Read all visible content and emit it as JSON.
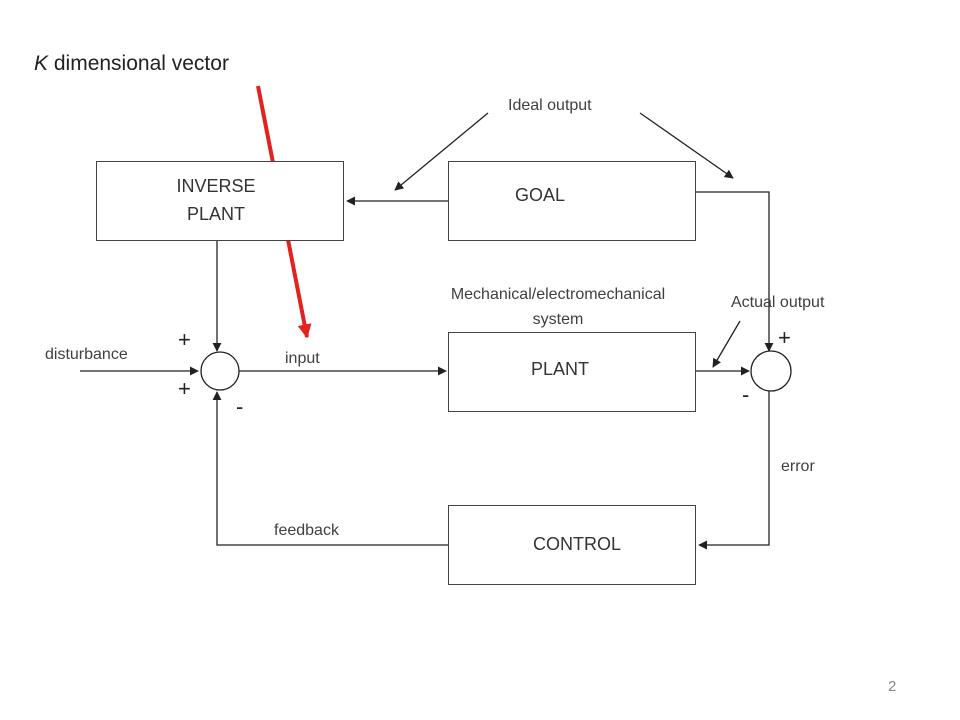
{
  "title": {
    "italic": "K",
    "rest": " dimensional vector"
  },
  "boxes": {
    "inverse_plant": {
      "line1": "INVERSE",
      "line2": "PLANT"
    },
    "goal": "GOAL",
    "plant": "PLANT",
    "control": "CONTROL"
  },
  "labels": {
    "ideal_output": "Ideal output",
    "mech_line1": "Mechanical/electromechanical",
    "mech_line2": "system",
    "actual_output": "Actual output",
    "disturbance": "disturbance",
    "input": "input",
    "error": "error",
    "feedback": "feedback"
  },
  "signs": {
    "left_top": "+",
    "left_bottom": "+",
    "left_minus": "-",
    "right_plus": "+",
    "right_minus": "-"
  },
  "page_number": "2",
  "colors": {
    "highlight_arrow": "#e3211f",
    "lines": "#222222"
  }
}
